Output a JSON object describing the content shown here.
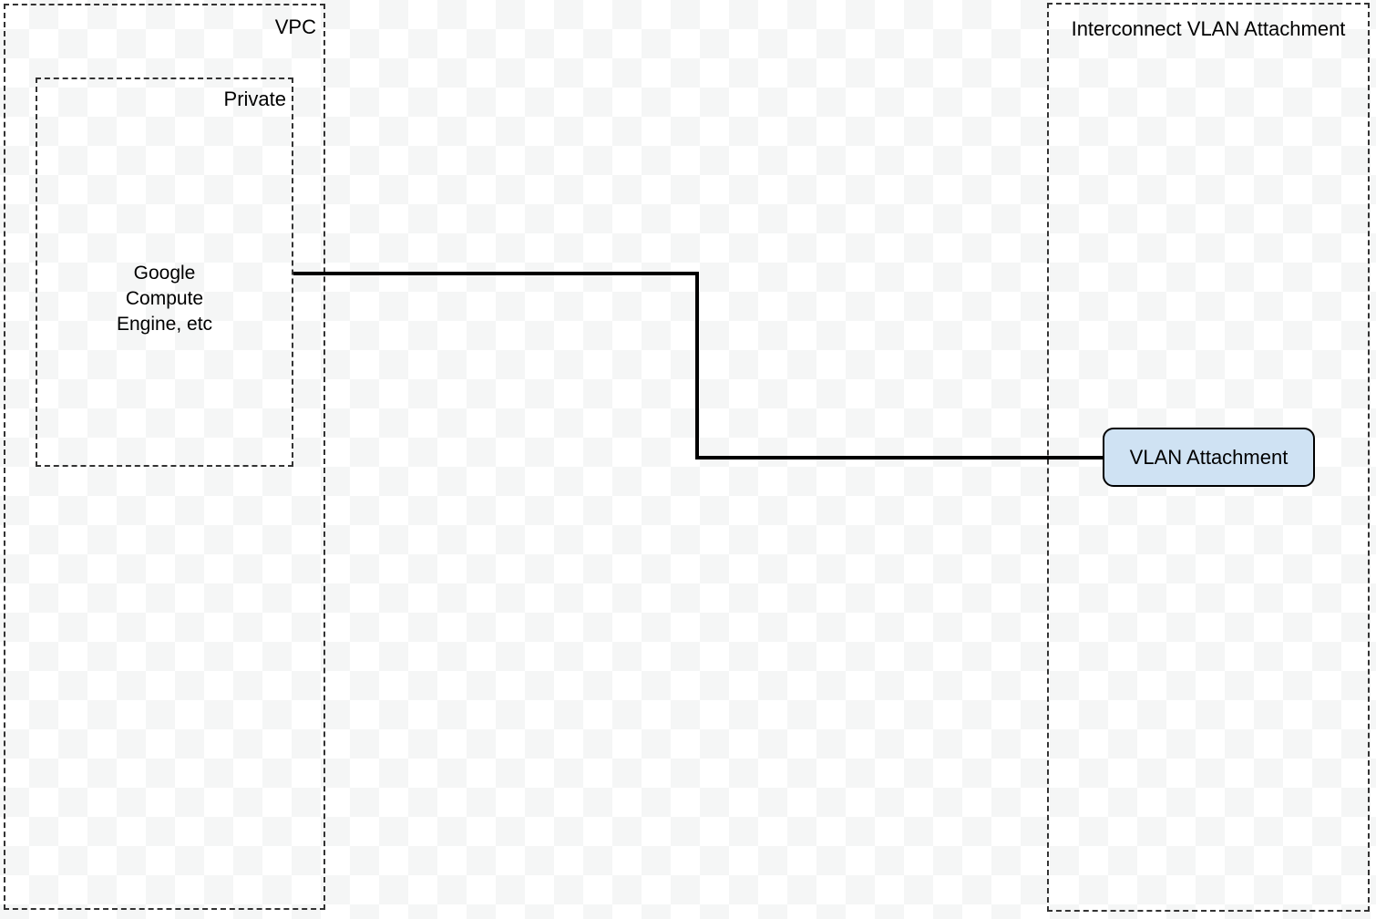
{
  "diagram": {
    "vpc": {
      "label": "VPC"
    },
    "private_subnet": {
      "label": "Private"
    },
    "compute_node": {
      "label": "Google\nCompute\nEngine, etc"
    },
    "interconnect": {
      "label": "Interconnect VLAN Attachment"
    },
    "vlan_attachment": {
      "label": "VLAN Attachment"
    },
    "connections": [
      {
        "from": "Google Compute Engine, etc",
        "to": "VLAN Attachment",
        "style": "solid-elbow"
      }
    ]
  },
  "colors": {
    "vlan_node_fill": "#cfe2f3",
    "vlan_node_border": "#000000",
    "connector_line": "#000000",
    "dashed_border": "#333333",
    "checker_gray": "#f5f6f6",
    "checker_white": "#ffffff",
    "text": "#000000"
  }
}
